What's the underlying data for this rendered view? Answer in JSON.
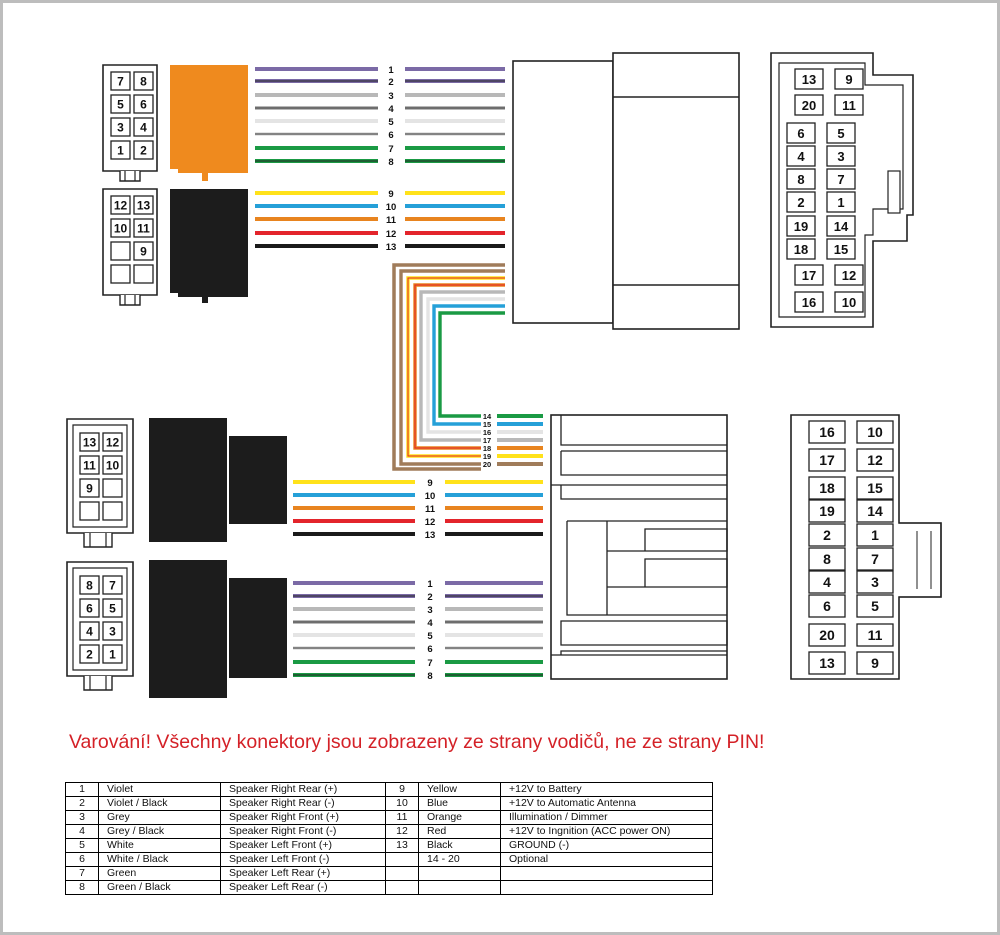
{
  "warning": "Varování! Všechny konektory jsou zobrazeny ze strany vodičů, ne ze strany PIN!",
  "colors": {
    "violet": "#7b6aa6",
    "violet_black": "#7b6aa6",
    "grey": "#b8b8b8",
    "grey_black": "#b8b8b8",
    "white": "#e4e4e4",
    "white_black": "#e4e4e4",
    "green": "#1a9a44",
    "green_black": "#1a9a44",
    "yellow": "#ffe21a",
    "blue": "#25a0d8",
    "orange": "#e8841f",
    "red": "#e3242b",
    "black": "#1a1a1a",
    "brown": "#a07c5a",
    "orange_connector": "#ef8a1e",
    "warning_red": "#d42127"
  },
  "wire_labels": {
    "speaker": [
      "1",
      "2",
      "3",
      "4",
      "5",
      "6",
      "7",
      "8"
    ],
    "power": [
      "9",
      "10",
      "11",
      "12",
      "13"
    ],
    "optional": [
      "14",
      "15",
      "16",
      "17",
      "18",
      "19",
      "20"
    ]
  },
  "connectors": {
    "iso_speaker_pins": [
      [
        "7",
        "8"
      ],
      [
        "5",
        "6"
      ],
      [
        "3",
        "4"
      ],
      [
        "1",
        "2"
      ]
    ],
    "iso_power_pins": [
      [
        "12",
        "13"
      ],
      [
        "10",
        "11"
      ],
      [
        "",
        "9"
      ],
      [
        "",
        ""
      ]
    ],
    "radio_top_pins": [
      [
        "13",
        "9"
      ],
      [
        "20",
        "11"
      ],
      [
        "6",
        "5"
      ],
      [
        "4",
        "3"
      ],
      [
        "8",
        "7"
      ],
      [
        "2",
        "1"
      ],
      [
        "19",
        "14"
      ],
      [
        "18",
        "15"
      ],
      [
        "17",
        "12"
      ],
      [
        "16",
        "10"
      ]
    ],
    "radio_bottom_pins": [
      [
        "16",
        "10"
      ],
      [
        "17",
        "12"
      ],
      [
        "18",
        "15"
      ],
      [
        "19",
        "14"
      ],
      [
        "2",
        "1"
      ],
      [
        "8",
        "7"
      ],
      [
        "4",
        "3"
      ],
      [
        "6",
        "5"
      ],
      [
        "20",
        "11"
      ],
      [
        "13",
        "9"
      ]
    ]
  },
  "legend": {
    "rows": [
      [
        "1",
        "Violet",
        "Speaker Right Rear (+)",
        "9",
        "Yellow",
        "+12V to Battery"
      ],
      [
        "2",
        "Violet / Black",
        "Speaker Right Rear (-)",
        "10",
        "Blue",
        "+12V to Automatic Antenna"
      ],
      [
        "3",
        "Grey",
        "Speaker Right Front (+)",
        "11",
        "Orange",
        "Illumination / Dimmer"
      ],
      [
        "4",
        "Grey / Black",
        "Speaker Right Front (-)",
        "12",
        "Red",
        "+12V to Ingnition (ACC power ON)"
      ],
      [
        "5",
        "White",
        "Speaker Left Front (+)",
        "13",
        "Black",
        "GROUND (-)"
      ],
      [
        "6",
        "White / Black",
        "Speaker Left Front (-)",
        "",
        "14 - 20",
        "Optional"
      ],
      [
        "7",
        "Green",
        "Speaker Left Rear (+)",
        "",
        "",
        ""
      ],
      [
        "8",
        "Green / Black",
        "Speaker Left Rear (-)",
        "",
        "",
        ""
      ]
    ]
  }
}
